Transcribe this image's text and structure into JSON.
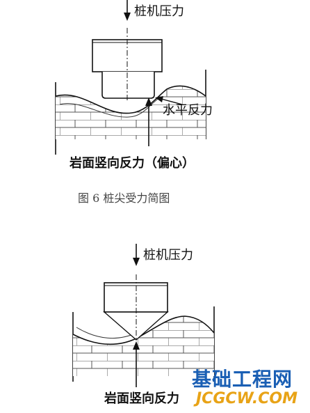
{
  "figure6": {
    "top_label": "桩机压力",
    "horizontal_label": "水平反力",
    "bottom_label": "岩面竖向反力（偏心）",
    "caption": "图 6   桩尖受力简图"
  },
  "figure7": {
    "top_label": "桩机压力",
    "bottom_label": "岩面竖向反力"
  },
  "watermark": {
    "cn": "基础工程网",
    "en": "JCGCW.COM",
    "cn_color": "#1a5fb4",
    "en_color": "#e8a317"
  }
}
